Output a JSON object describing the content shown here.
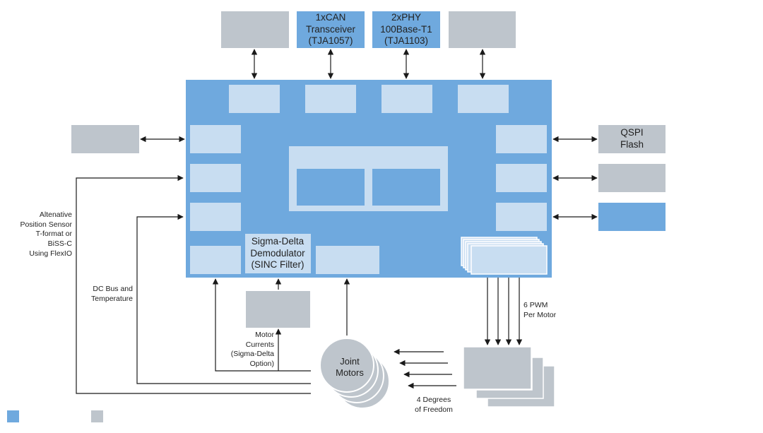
{
  "colors": {
    "mcu_blue": "#6fa9de",
    "inner_block": "#c8ddf1",
    "nxp_part": "#6fa9de",
    "external_part": "#bec5cc",
    "line": "#1a1a1a"
  },
  "labels": {
    "can": "1xCAN\nTransceiver\n(TJA1057)",
    "phy": "2xPHY\n100Base-T1\n(TJA1103)",
    "qspi": "QSPI\nFlash",
    "sigma_delta": "Sigma-Delta\nDemodulator\n(SINC Filter)",
    "joint_motors": "Joint\nMotors",
    "alt_position": "Altenative\nPosition Sensor\nT-format or\nBiSS-C\nUsing FlexIO",
    "dc_bus": "DC Bus and\nTemperature",
    "motor_currents": "Motor\nCurrents\n(Sigma-Delta\nOption)",
    "pwm": "6 PWM\nPer Motor",
    "degrees": "4 Degrees\nof Freedom"
  },
  "legend": {
    "nxp_color": "#6fa9de",
    "external_color": "#bec5cc"
  }
}
